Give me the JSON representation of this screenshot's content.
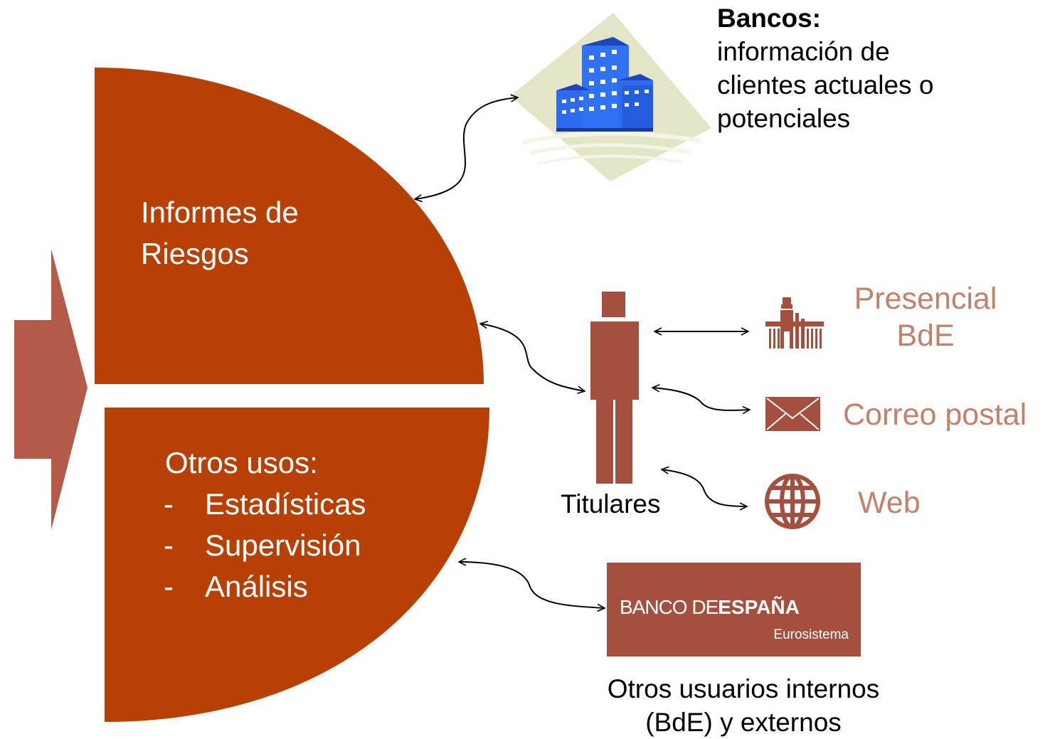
{
  "colors": {
    "rust": "#b84004",
    "brick": "#a5503e",
    "arrow_block": "#b35a48",
    "channel_text": "#c4816a"
  },
  "left": {
    "top_label": [
      "Informes de",
      "Riesgos"
    ],
    "bottom_heading": "Otros usos:",
    "bottom_items": [
      {
        "dash": "-",
        "text": "Estadísticas"
      },
      {
        "dash": "-",
        "text": "Supervisión"
      },
      {
        "dash": "-",
        "text": "Análisis"
      }
    ]
  },
  "banks": {
    "icon": "office-buildings-icon",
    "title": "Bancos:",
    "lines": [
      "información de",
      "clientes actuales o",
      "potenciales"
    ]
  },
  "holders": {
    "icon": "person-icon",
    "label": "Titulares"
  },
  "channels": [
    {
      "icon": "building-icon",
      "lines": [
        "Presencial",
        "BdE"
      ]
    },
    {
      "icon": "envelope-icon",
      "lines": [
        "Correo postal"
      ]
    },
    {
      "icon": "globe-icon",
      "lines": [
        "Web"
      ]
    }
  ],
  "bde": {
    "logo_part1": "BANCO DE",
    "logo_part2": "ESPAÑA",
    "logo_sub": "Eurosistema",
    "caption": [
      "Otros usuarios internos",
      "(BdE) y externos"
    ]
  }
}
